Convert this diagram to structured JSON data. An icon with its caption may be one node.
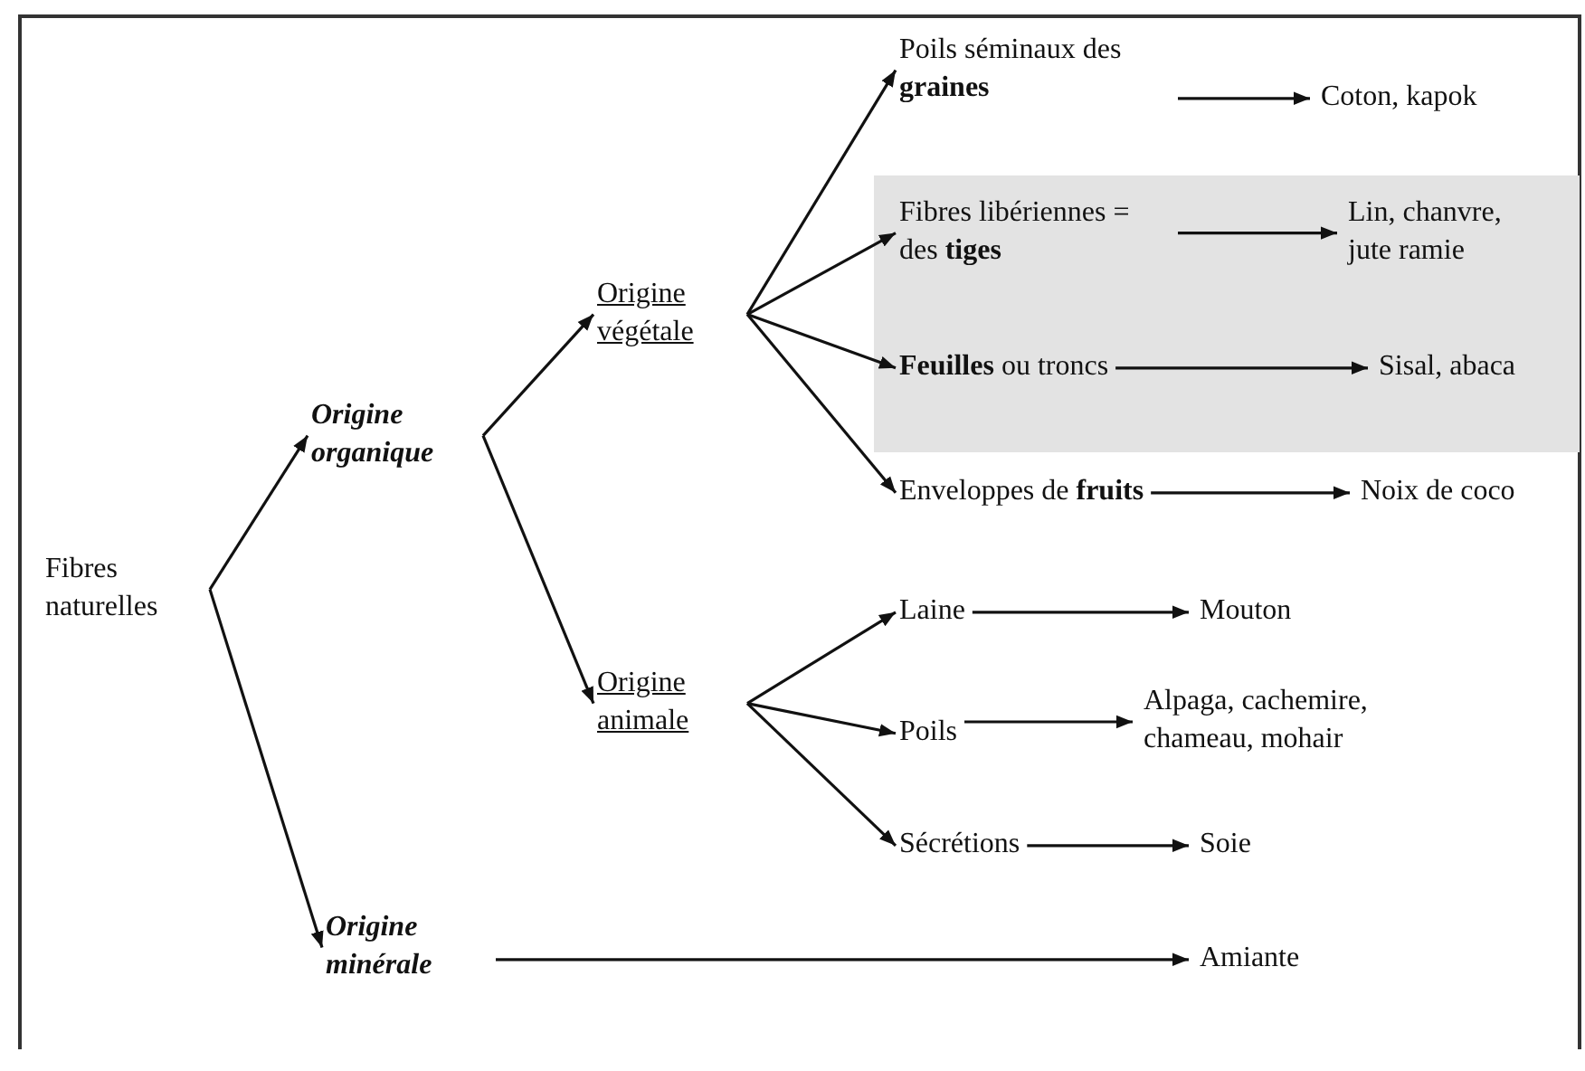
{
  "diagram": {
    "nodes": [
      {
        "text": [
          "Fibres naturelles"
        ]
      },
      {
        "text": [
          "Origine organique"
        ]
      },
      {
        "text": [
          "Origine minérale"
        ]
      },
      {
        "text": [
          "Origine végétale"
        ]
      },
      {
        "text": [
          "Origine animale"
        ]
      },
      {
        "text": [],
        "shape": "box"
      },
      {
        "text": [
          "Poils séminaux des **graines**"
        ]
      },
      {
        "text": [
          "Coton, kapok"
        ]
      },
      {
        "text": [
          "Fibres libériennes = des **tiges**"
        ],
        "in": 5
      },
      {
        "text": [
          "Lin, chanvre, jute ramie"
        ],
        "in": 5
      },
      {
        "text": [
          "**Feuilles** ou troncs"
        ],
        "in": 5
      },
      {
        "text": [
          "Sisal, abaca"
        ],
        "in": 5
      },
      {
        "text": [
          "Enveloppes de **fruits**"
        ]
      },
      {
        "text": [
          "Noix de coco"
        ]
      },
      {
        "text": [
          "Laine"
        ]
      },
      {
        "text": [
          "Mouton"
        ]
      },
      {
        "text": [
          "Poils"
        ]
      },
      {
        "text": [
          "Alpaga, cachemire, chameau, mohair"
        ]
      },
      {
        "text": [
          "Sécrétions"
        ]
      },
      {
        "text": [
          "Soie"
        ]
      },
      {
        "text": [
          "Amiante"
        ]
      }
    ],
    "edges": [
      {
        "from": 0,
        "to": 1,
        "arrow": "to"
      },
      {
        "from": 0,
        "to": 2,
        "arrow": "to"
      },
      {
        "from": 1,
        "to": 3,
        "arrow": "to"
      },
      {
        "from": 1,
        "to": 4,
        "arrow": "to"
      },
      {
        "from": 3,
        "to": 6,
        "arrow": "to"
      },
      {
        "from": 3,
        "to": 8,
        "arrow": "to"
      },
      {
        "from": 3,
        "to": 10,
        "arrow": "to"
      },
      {
        "from": 3,
        "to": 12,
        "arrow": "to"
      },
      {
        "from": 4,
        "to": 14,
        "arrow": "to"
      },
      {
        "from": 4,
        "to": 16,
        "arrow": "to"
      },
      {
        "from": 4,
        "to": 18,
        "arrow": "to"
      },
      {
        "from": 6,
        "to": 7,
        "arrow": "to"
      },
      {
        "from": 8,
        "to": 9,
        "arrow": "to"
      },
      {
        "from": 10,
        "to": 11,
        "arrow": "to"
      },
      {
        "from": 12,
        "to": 13,
        "arrow": "to"
      },
      {
        "from": 14,
        "to": 15,
        "arrow": "to"
      },
      {
        "from": 16,
        "to": 17,
        "arrow": "to"
      },
      {
        "from": 18,
        "to": 19,
        "arrow": "to"
      },
      {
        "from": 2,
        "to": 20,
        "arrow": "to"
      }
    ]
  }
}
